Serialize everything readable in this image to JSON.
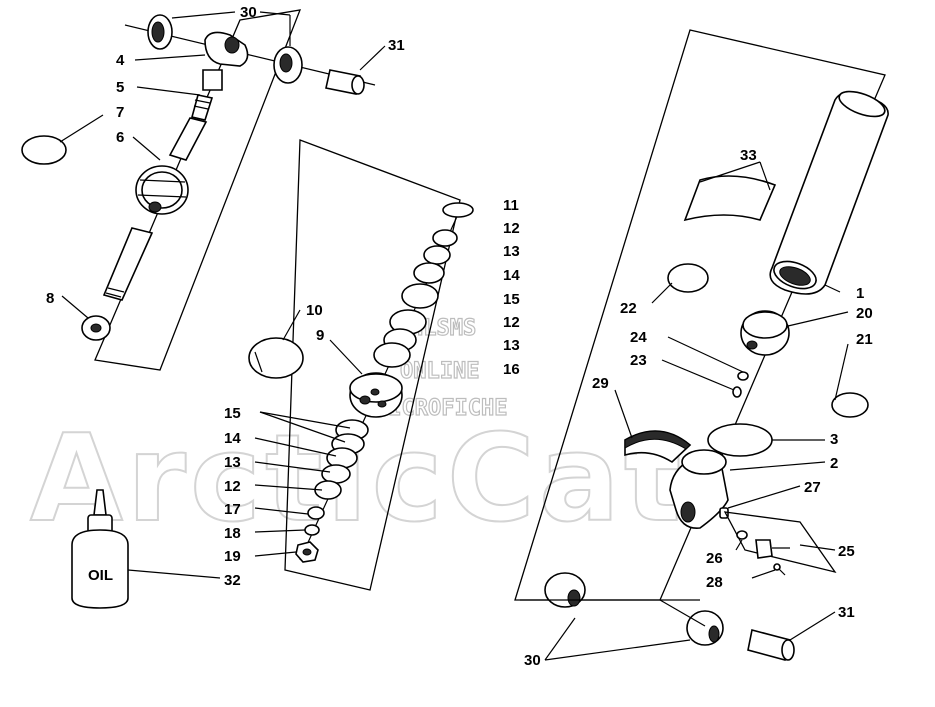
{
  "watermark": {
    "brand": "ArcticCat",
    "line1": "HLSMS",
    "line2": "ONLINE",
    "line3": "MICROFICHE"
  },
  "labels": {
    "c30a": "30",
    "c4": "4",
    "c31a": "31",
    "c5": "5",
    "c7": "7",
    "c6": "6",
    "c8": "8",
    "c11": "11",
    "c12a": "12",
    "c13a": "13",
    "c14a": "14",
    "c15a": "15",
    "c12b": "12",
    "c13b": "13",
    "c16": "16",
    "c10": "10",
    "c9": "9",
    "c15b": "15",
    "c14b": "14",
    "c13c": "13",
    "c12c": "12",
    "c17": "17",
    "c18": "18",
    "c19": "19",
    "c32": "32",
    "c33": "33",
    "c1": "1",
    "c22": "22",
    "c20": "20",
    "c24": "24",
    "c21": "21",
    "c23": "23",
    "c29": "29",
    "c3": "3",
    "c2": "2",
    "c27": "27",
    "c26": "26",
    "c25": "25",
    "c28": "28",
    "c30b": "30",
    "c31b": "31"
  },
  "bottle": {
    "text": "OIL"
  }
}
